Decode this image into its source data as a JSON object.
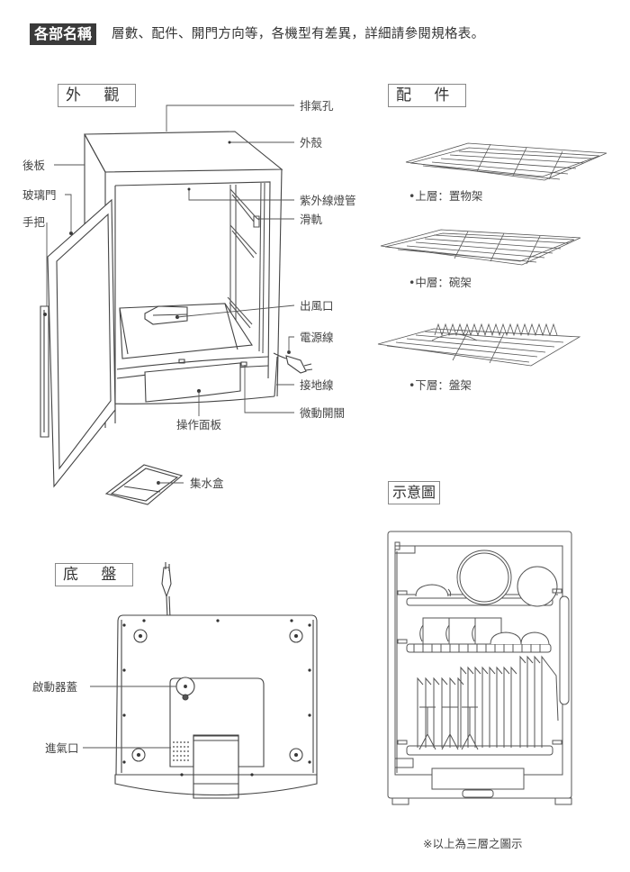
{
  "header": {
    "badge": "各部名稱",
    "description": "層數、配件、開門方向等，各機型有差異，詳細請參閱規格表。"
  },
  "sections": {
    "exterior": {
      "title": "外 觀",
      "labels": {
        "exhaust": "排氣孔",
        "shell": "外殼",
        "back_panel": "後板",
        "glass_door": "玻璃門",
        "handle": "手把",
        "uv_lamp": "紫外線燈管",
        "rail": "滑軌",
        "air_outlet": "出風口",
        "power_cord": "電源線",
        "ground_wire": "接地線",
        "micro_switch": "微動開關",
        "control_panel": "操作面板",
        "drip_tray": "集水盒"
      }
    },
    "accessories": {
      "title": "配 件",
      "items": [
        {
          "bullet": "•",
          "label": "上層：置物架"
        },
        {
          "bullet": "•",
          "label": "中層：碗架"
        },
        {
          "bullet": "•",
          "label": "下層：盤架"
        }
      ]
    },
    "base": {
      "title": "底 盤",
      "labels": {
        "starter_cover": "啟動器蓋",
        "air_inlet": "進氣口"
      }
    },
    "illustration": {
      "title": "示意圖",
      "footnote": "※以上為三層之圖示"
    }
  }
}
